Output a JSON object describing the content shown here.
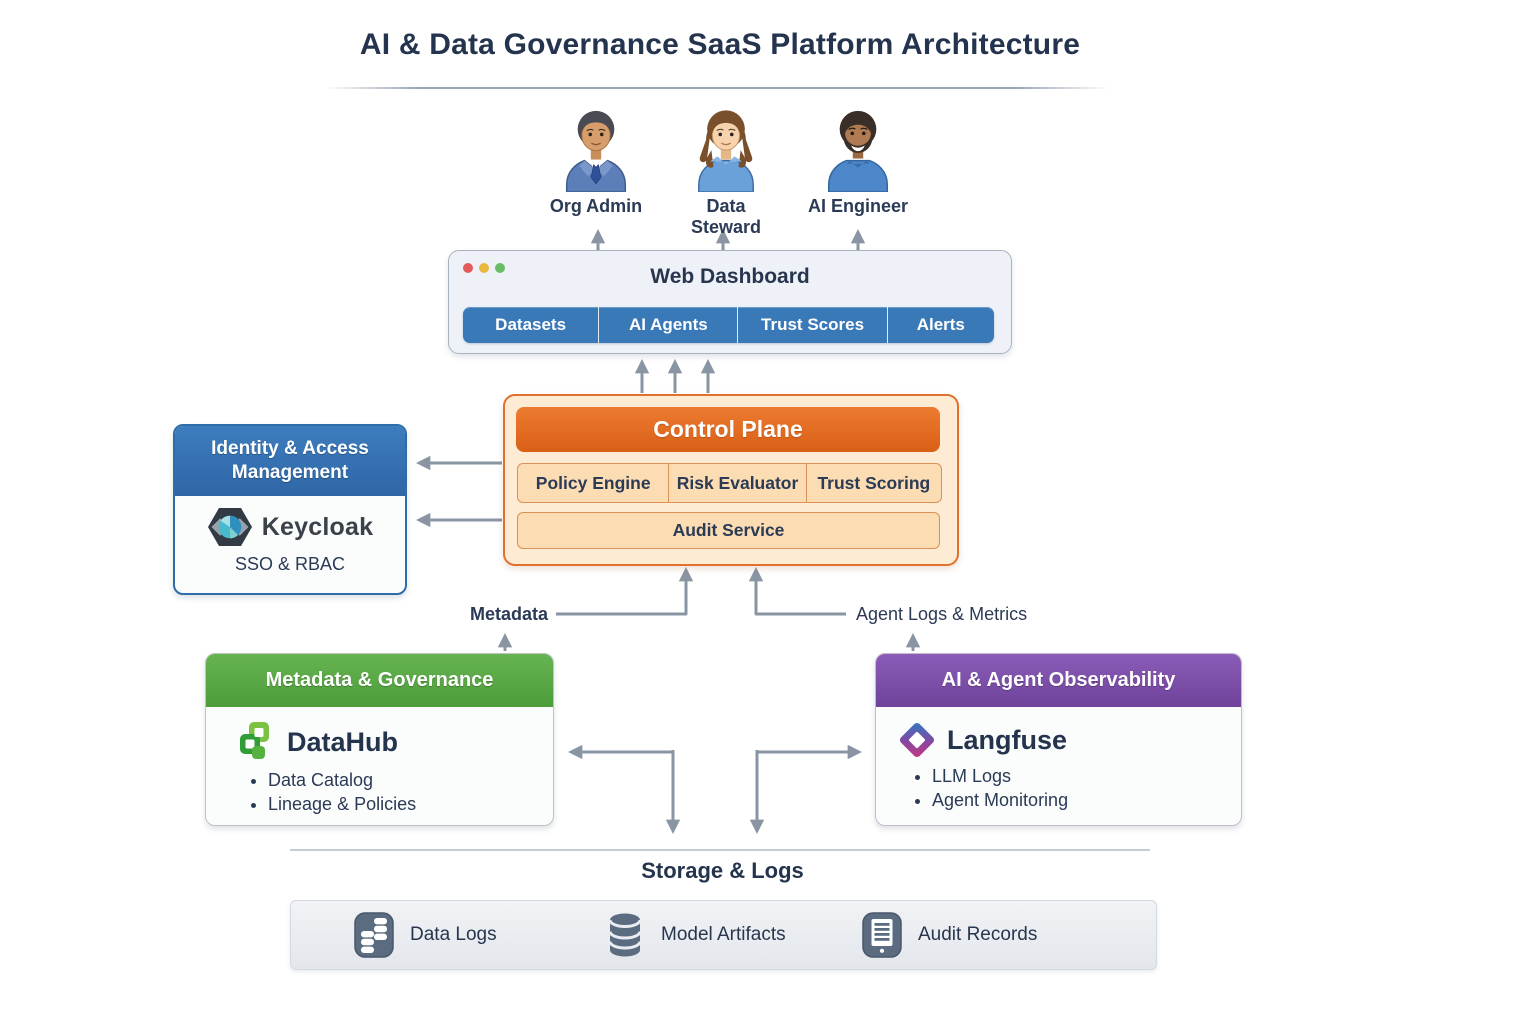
{
  "title": "AI & Data Governance SaaS Platform Architecture",
  "users": {
    "admin": "Org Admin",
    "steward": "Data Steward",
    "engineer": "AI Engineer"
  },
  "dashboard": {
    "title": "Web Dashboard",
    "tabs": [
      "Datasets",
      "AI Agents",
      "Trust Scores",
      "Alerts"
    ]
  },
  "control_plane": {
    "title": "Control Plane",
    "services": [
      "Policy Engine",
      "Risk Evaluator",
      "Trust Scoring"
    ],
    "audit_service": "Audit Service"
  },
  "iam": {
    "header": "Identity & Access Management",
    "product": "Keycloak",
    "caption": "SSO & RBAC"
  },
  "governance": {
    "header": "Metadata & Governance",
    "product": "DataHub",
    "bullets": [
      "Data Catalog",
      "Lineage & Policies"
    ]
  },
  "observability": {
    "header": "AI & Agent Observability",
    "product": "Langfuse",
    "bullets": [
      "LLM Logs",
      "Agent Monitoring"
    ]
  },
  "flow_labels": {
    "metadata": "Metadata",
    "agent_logs": "Agent Logs & Metrics"
  },
  "storage": {
    "title": "Storage & Logs",
    "items": [
      "Data Logs",
      "Model Artifacts",
      "Audit Records"
    ]
  },
  "colors": {
    "control_orange": "#e2661f",
    "dashboard_blue": "#3a79b8",
    "iam_blue": "#336fae",
    "governance_green": "#55a344",
    "observability_purple": "#7b4fa5",
    "slate_icon": "#5b6c80",
    "arrow_gray": "#8a95a3",
    "ink": "#2b3a55"
  }
}
